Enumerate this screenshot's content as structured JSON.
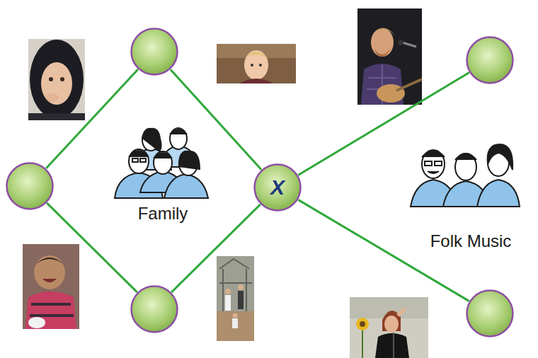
{
  "diagram": {
    "nodes": [
      {
        "text": []
      },
      {
        "text": []
      },
      {
        "text": []
      },
      {
        "text": [
          "X"
        ]
      },
      {
        "text": []
      },
      {
        "text": []
      }
    ],
    "edges": [
      {
        "from": 0,
        "to": 1,
        "arrow": "none"
      },
      {
        "from": 0,
        "to": 2,
        "arrow": "none"
      },
      {
        "from": 1,
        "to": 3,
        "arrow": "none"
      },
      {
        "from": 2,
        "to": 3,
        "arrow": "none"
      },
      {
        "from": 3,
        "to": 4,
        "arrow": "none"
      },
      {
        "from": 3,
        "to": 5,
        "arrow": "none"
      }
    ],
    "labels": [
      "Family",
      "Folk Music"
    ]
  }
}
